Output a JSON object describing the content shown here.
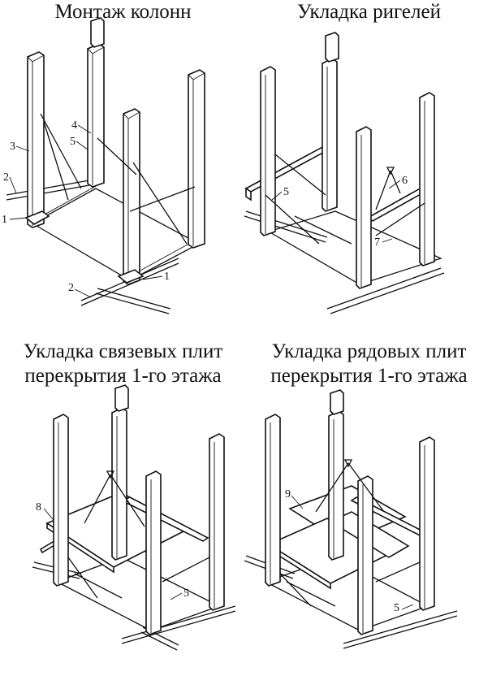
{
  "panels": [
    {
      "title_lines": [
        "Монтаж колонн"
      ],
      "labels": [
        "1",
        "2",
        "3",
        "4",
        "5",
        "1",
        "2"
      ]
    },
    {
      "title_lines": [
        "Укладка ригелей"
      ],
      "labels": [
        "5",
        "6",
        "7"
      ]
    },
    {
      "title_lines": [
        "Укладка связевых плит",
        "перекрытия 1-го этажа"
      ],
      "labels": [
        "8",
        "5"
      ]
    },
    {
      "title_lines": [
        "Укладка рядовых плит",
        "перекрытия 1-го этажа"
      ],
      "labels": [
        "9",
        "5"
      ]
    }
  ]
}
